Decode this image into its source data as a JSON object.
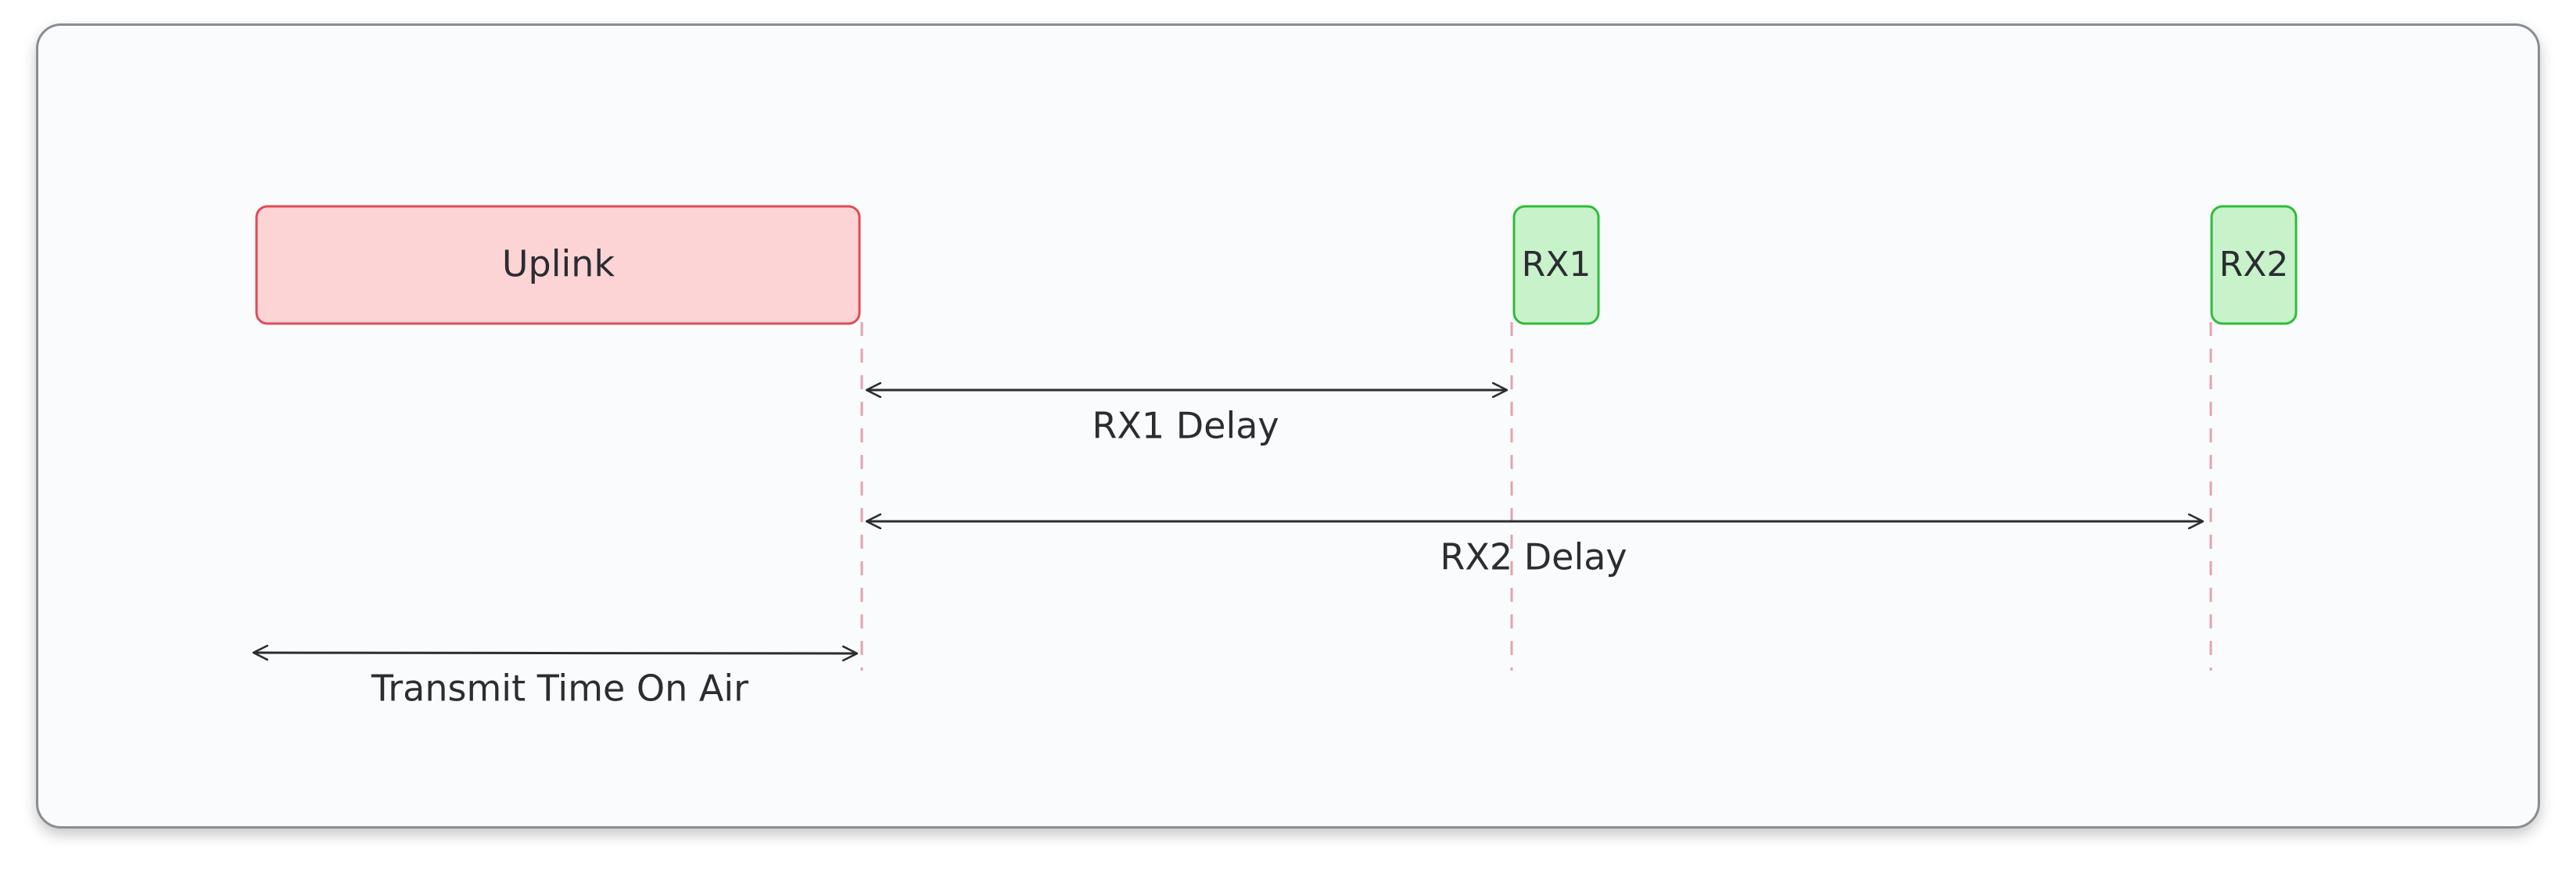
{
  "diagram": {
    "uplink": {
      "label": "Uplink",
      "fill": "#fdd4d6",
      "stroke": "#e04b55"
    },
    "rx1": {
      "label": "RX1",
      "fill": "#c8f2ca",
      "stroke": "#2ebd3a"
    },
    "rx2": {
      "label": "RX2",
      "fill": "#c8f2ca",
      "stroke": "#2ebd3a"
    },
    "rx1_delay": {
      "label": "RX1 Delay"
    },
    "rx2_delay": {
      "label": "RX2 Delay"
    },
    "time_on_air": {
      "label": "Transmit Time On Air"
    },
    "colors": {
      "background": "#fafbfd",
      "guide_line": "#e3a3ae",
      "arrow": "#2b2d31"
    }
  }
}
